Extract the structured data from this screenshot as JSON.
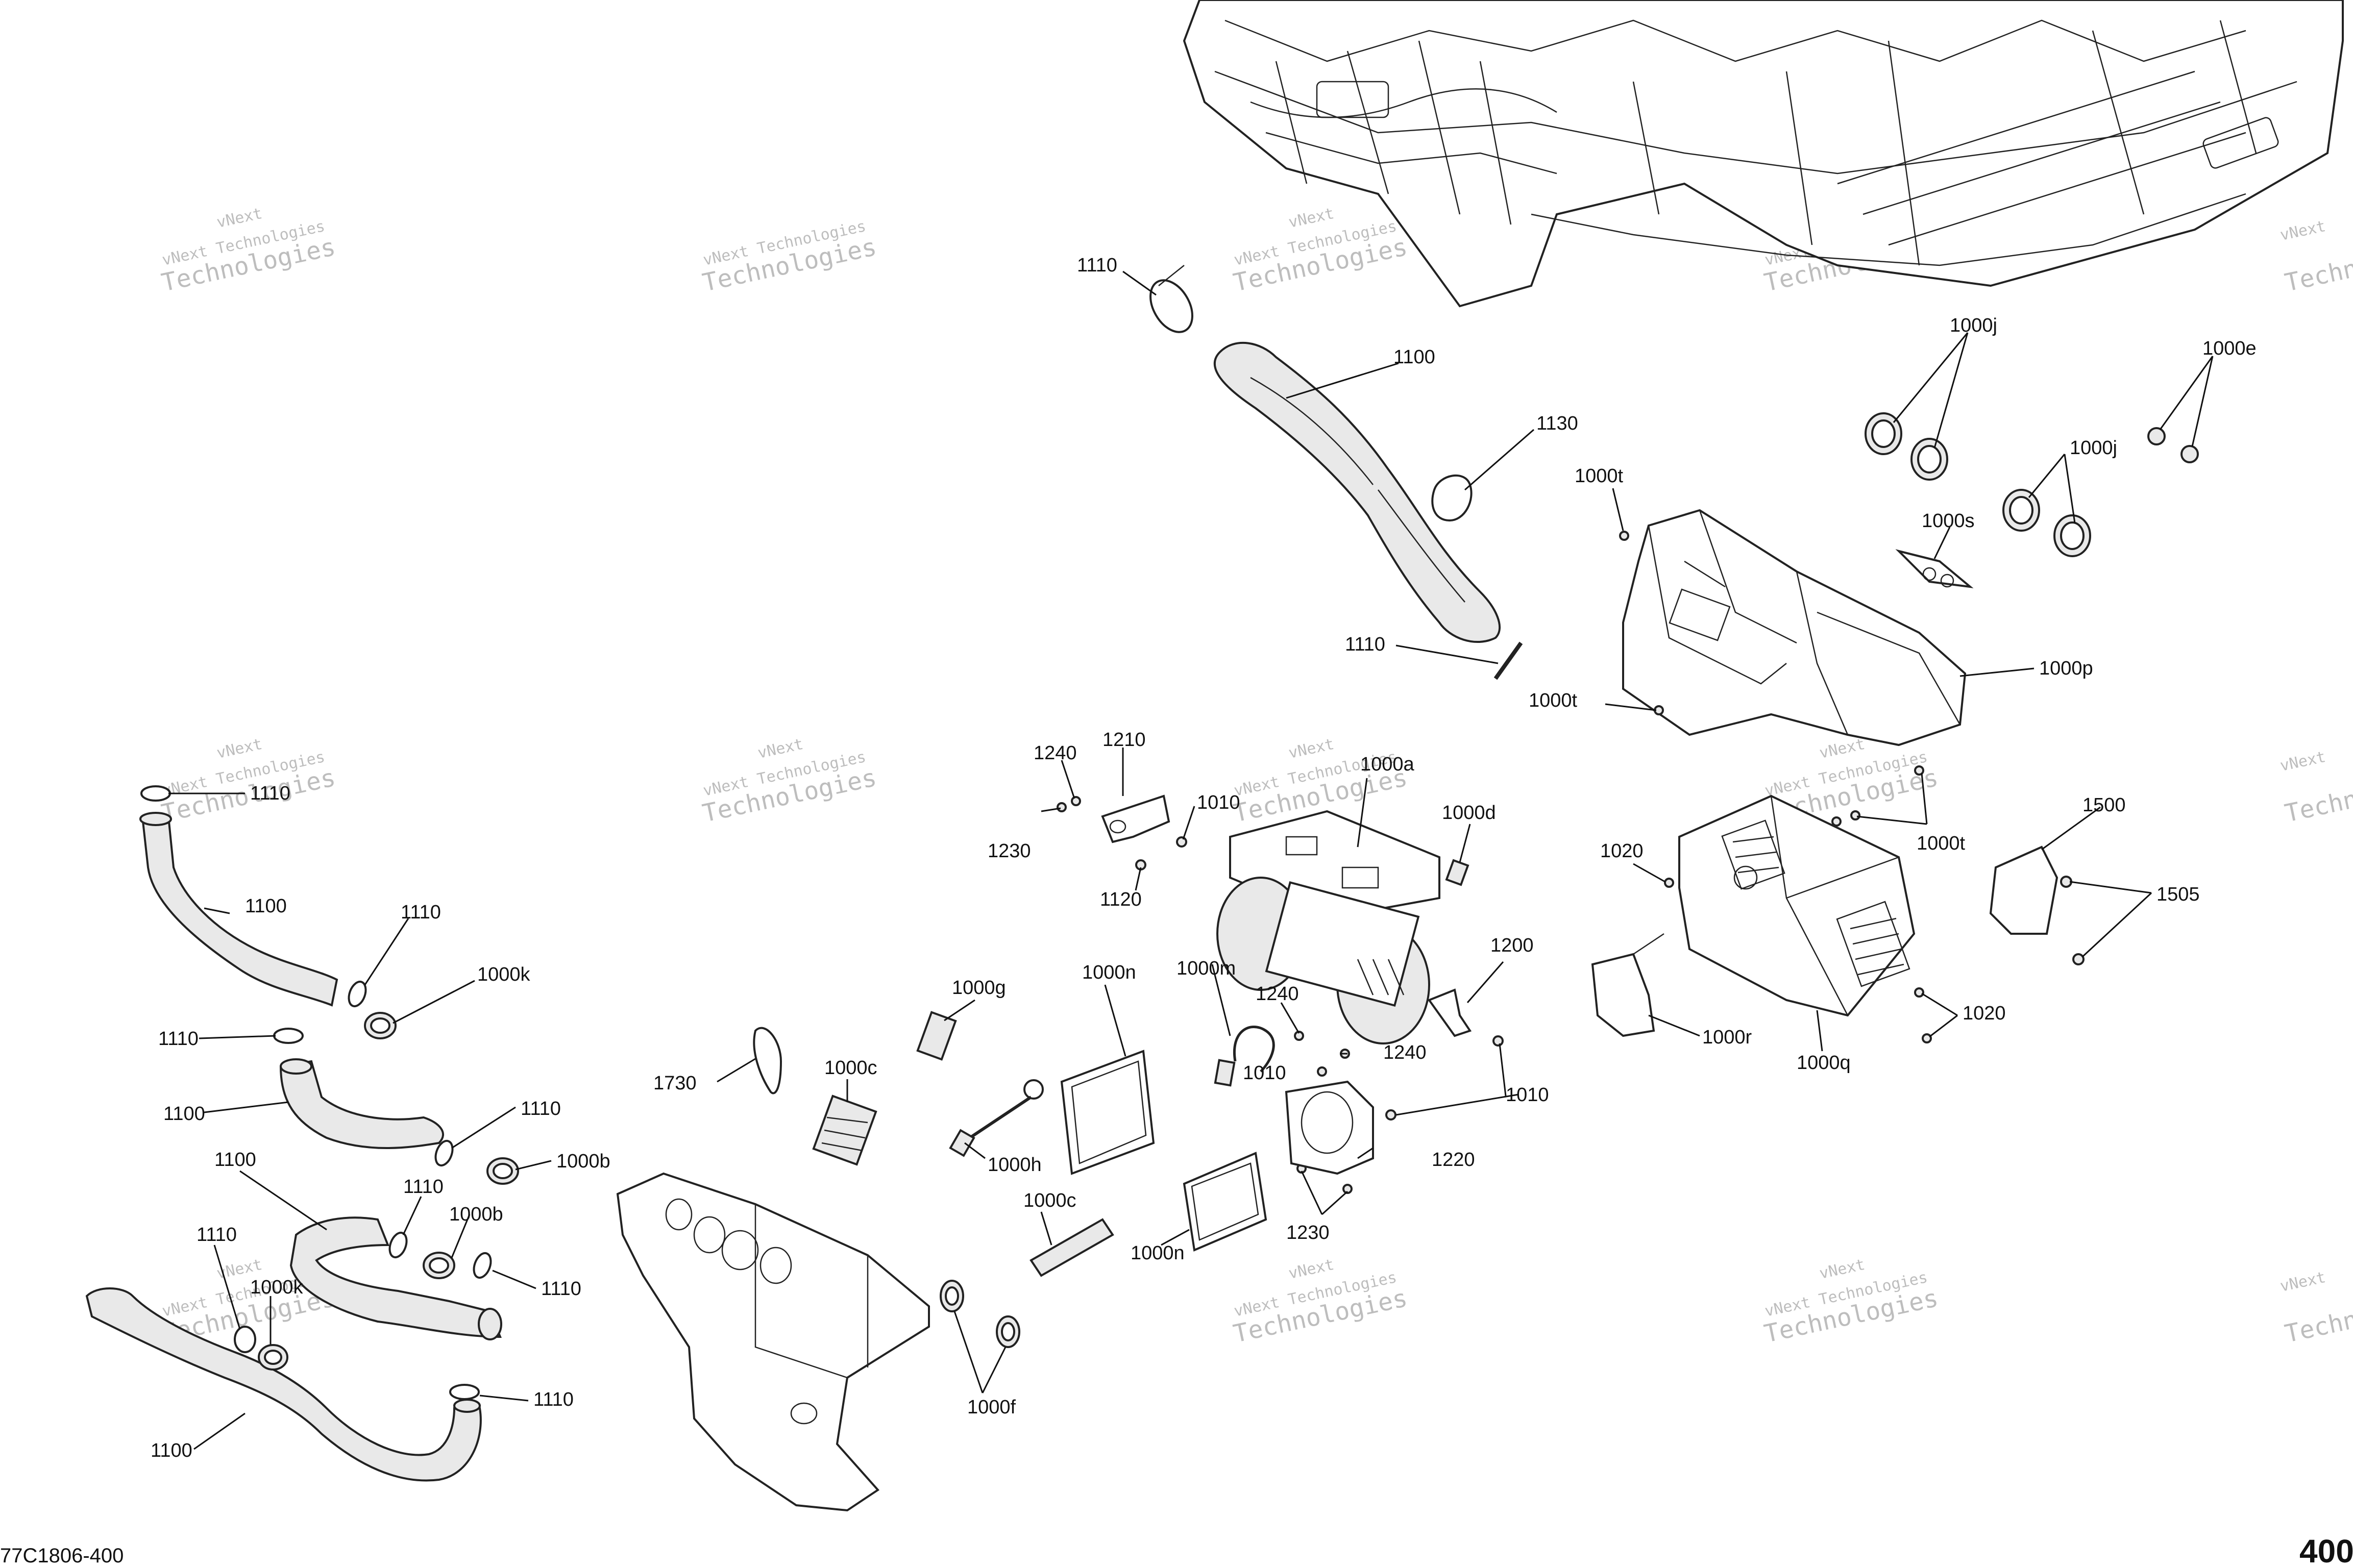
{
  "watermark": {
    "brand": "vNext",
    "line1": "vNext Technologies",
    "line2": "Technologies"
  },
  "footer": {
    "diagram_code": "77C1806-400",
    "page_number": "400"
  },
  "labels": [
    {
      "id": "l1110a",
      "text": "1110"
    },
    {
      "id": "l1100a",
      "text": "1100"
    },
    {
      "id": "l1130",
      "text": "1130"
    },
    {
      "id": "l1000j1",
      "text": "1000j"
    },
    {
      "id": "l1000e",
      "text": "1000e"
    },
    {
      "id": "l1000j2",
      "text": "1000j"
    },
    {
      "id": "l1000t1",
      "text": "1000t"
    },
    {
      "id": "l1000s",
      "text": "1000s"
    },
    {
      "id": "l1110b",
      "text": "1110"
    },
    {
      "id": "l1000t2",
      "text": "1000t"
    },
    {
      "id": "l1000p",
      "text": "1000p"
    },
    {
      "id": "l1240a",
      "text": "1240"
    },
    {
      "id": "l1210",
      "text": "1210"
    },
    {
      "id": "l1010a",
      "text": "1010"
    },
    {
      "id": "l1000a",
      "text": "1000a"
    },
    {
      "id": "l1000d",
      "text": "1000d"
    },
    {
      "id": "l1230a",
      "text": "1230"
    },
    {
      "id": "l1120",
      "text": "1120"
    },
    {
      "id": "l1000t3",
      "text": "1000t"
    },
    {
      "id": "l1020a",
      "text": "1020"
    },
    {
      "id": "l1500",
      "text": "1500"
    },
    {
      "id": "l1505",
      "text": "1505"
    },
    {
      "id": "l1110c",
      "text": "1110"
    },
    {
      "id": "l1100b",
      "text": "1100"
    },
    {
      "id": "l1110d",
      "text": "1110"
    },
    {
      "id": "l1000k1",
      "text": "1000k"
    },
    {
      "id": "l1000g",
      "text": "1000g"
    },
    {
      "id": "l1000n1",
      "text": "1000n"
    },
    {
      "id": "l1000m",
      "text": "1000m"
    },
    {
      "id": "l1200",
      "text": "1200"
    },
    {
      "id": "l1240b",
      "text": "1240"
    },
    {
      "id": "l1240c",
      "text": "1240"
    },
    {
      "id": "l1000r",
      "text": "1000r"
    },
    {
      "id": "l1020b",
      "text": "1020"
    },
    {
      "id": "l1000q",
      "text": "1000q"
    },
    {
      "id": "l1110e",
      "text": "1110"
    },
    {
      "id": "l1100c",
      "text": "1100"
    },
    {
      "id": "l1110f",
      "text": "1110"
    },
    {
      "id": "l1000b1",
      "text": "1000b"
    },
    {
      "id": "l1730",
      "text": "1730"
    },
    {
      "id": "l1000c1",
      "text": "1000c"
    },
    {
      "id": "l1000h",
      "text": "1000h"
    },
    {
      "id": "l1010b",
      "text": "1010"
    },
    {
      "id": "l1010c",
      "text": "1010"
    },
    {
      "id": "l1220",
      "text": "1220"
    },
    {
      "id": "l1100d",
      "text": "1100"
    },
    {
      "id": "l1110g",
      "text": "1110"
    },
    {
      "id": "l1000b2",
      "text": "1000b"
    },
    {
      "id": "l1110h",
      "text": "1110"
    },
    {
      "id": "l1000k2",
      "text": "1000k"
    },
    {
      "id": "l1110i",
      "text": "1110"
    },
    {
      "id": "l1000c2",
      "text": "1000c"
    },
    {
      "id": "l1000n2",
      "text": "1000n"
    },
    {
      "id": "l1230b",
      "text": "1230"
    },
    {
      "id": "l1110j",
      "text": "1110"
    },
    {
      "id": "l1100e",
      "text": "1100"
    },
    {
      "id": "l1000f",
      "text": "1000f"
    }
  ]
}
